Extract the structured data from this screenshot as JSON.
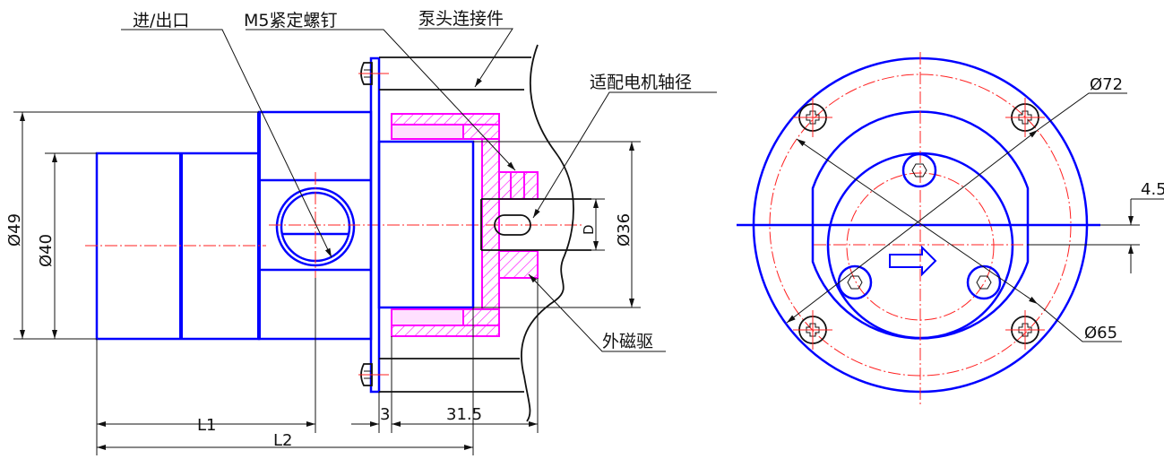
{
  "labels": {
    "inlet_outlet": "进/出口",
    "set_screw": "M5紧定螺钉",
    "pump_head_connector": "泵头连接件",
    "motor_shaft": "适配电机轴径",
    "outer_magnet": "外磁驱"
  },
  "dimensions": {
    "d49": "Ø49",
    "d40": "Ø40",
    "d36": "Ø36",
    "shaft_d": "D",
    "l1": "L1",
    "l2": "L2",
    "t3": "3",
    "t31_5": "31.5",
    "d72": "Ø72",
    "d65": "Ø65",
    "offset": "4.5"
  },
  "colors": {
    "outline": "#0000ff",
    "center": "#ff2020",
    "section": "#ff00ff"
  }
}
